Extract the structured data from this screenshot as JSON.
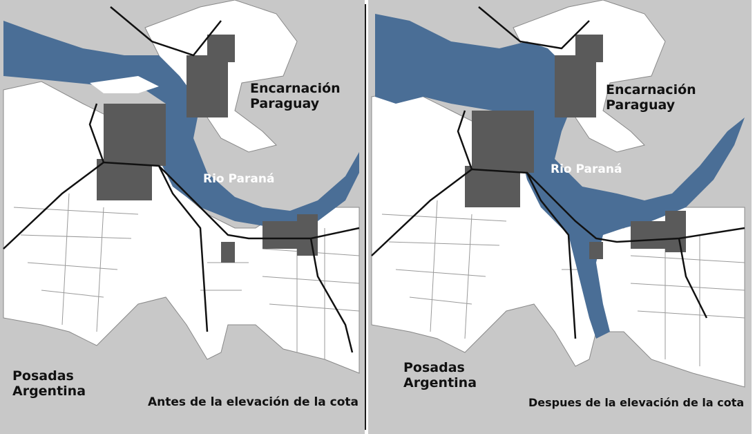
{
  "colors": {
    "background": "#c8c8c8",
    "river": "#4a6e96",
    "urban": "#5a5a5a",
    "land": "#ffffff",
    "roads": "#111111",
    "divider": "#1a1a1a"
  },
  "panels": [
    {
      "id": "before",
      "city_ar_line1": "Posadas",
      "city_ar_line2": "Argentina",
      "city_py_line1": "Encarnación",
      "city_py_line2": "Paraguay",
      "river": "Rio Paraná",
      "caption": "Antes de la elevación de la cota"
    },
    {
      "id": "after",
      "city_ar_line1": "Posadas",
      "city_ar_line2": "Argentina",
      "city_py_line1": "Encarnación",
      "city_py_line2": "Paraguay",
      "river": "Rio Paraná",
      "caption": "Despues de la elevación de la cota"
    }
  ]
}
